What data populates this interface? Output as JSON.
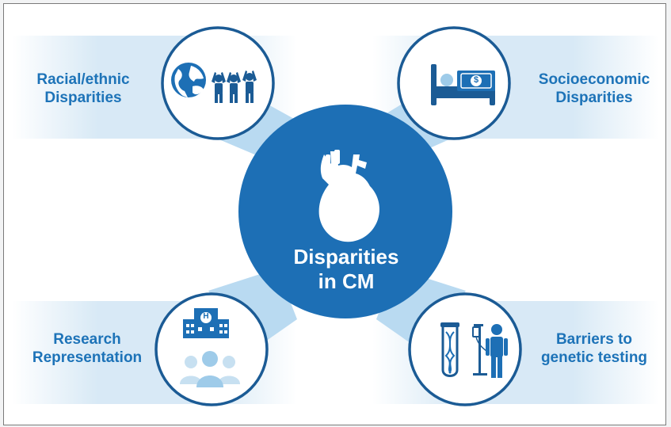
{
  "center": {
    "title_line1": "Disparities",
    "title_line2": "in CM",
    "icon": "heart-anatomy-icon"
  },
  "nodes": {
    "top_left": {
      "line1": "Racial/ethnic",
      "line2": "Disparities",
      "icons": [
        "globe-icon",
        "people-raised-arms-icon"
      ]
    },
    "top_right": {
      "line1": "Socioeconomic",
      "line2": "Disparities",
      "icons": [
        "hospital-bed-icon",
        "dollar-bill-icon"
      ]
    },
    "bottom_left": {
      "line1": "Research",
      "line2": "Representation",
      "icons": [
        "hospital-building-icon",
        "group-people-icon"
      ]
    },
    "bottom_right": {
      "line1": "Barriers to",
      "line2": "genetic testing",
      "icons": [
        "dna-test-tube-icon",
        "iv-pole-icon",
        "patient-icon"
      ]
    }
  },
  "building_letter": "H",
  "currency_symbol": "$",
  "colors": {
    "primary_blue": "#1d6fb5",
    "dark_blue": "#1b5b95",
    "label_blue": "#1d73b8",
    "light_blue_band": "#d6e8f5",
    "light_blue_fan": "#b9daf1",
    "people_light": "#9ecbe9"
  }
}
